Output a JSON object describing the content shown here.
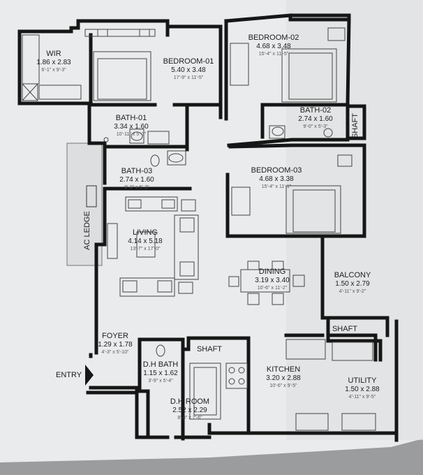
{
  "colors": {
    "paper": "#e9ebec",
    "wall": "#161616",
    "shadow": "#9a9c9e"
  },
  "rooms": [
    {
      "id": "wir",
      "name": "WIR",
      "dims": "1.86 x 2.83",
      "imperial": "6'-1\" x 9'-3\""
    },
    {
      "id": "bedroom01",
      "name": "BEDROOM-01",
      "dims": "5.40 x 3.48",
      "imperial": "17'-9\" x 11'-5\""
    },
    {
      "id": "bedroom02",
      "name": "BEDROOM-02",
      "dims": "4.68 x 3.48",
      "imperial": "15'-4\" x 11'-5\""
    },
    {
      "id": "bath01",
      "name": "BATH-01",
      "dims": "3.34 x 1.60",
      "imperial": "10'-11\" x 5'-3\""
    },
    {
      "id": "bath02",
      "name": "BATH-02",
      "dims": "2.74 x 1.60",
      "imperial": "9'-0\" x 5'-3\""
    },
    {
      "id": "bath03",
      "name": "BATH-03",
      "dims": "2.74 x 1.60",
      "imperial": "9'-0\" x 5'-3\""
    },
    {
      "id": "bedroom03",
      "name": "BEDROOM-03",
      "dims": "4.68 x 3.38",
      "imperial": "15'-4\" x 11'-1\""
    },
    {
      "id": "living",
      "name": "LIVING",
      "dims": "4.14 x 5.18",
      "imperial": "13'-7\" x 17'-0\""
    },
    {
      "id": "dining",
      "name": "DINING",
      "dims": "3.19 x 3.40",
      "imperial": "10'-6\" x 11'-2\""
    },
    {
      "id": "balcony",
      "name": "BALCONY",
      "dims": "1.50 x 2.79",
      "imperial": "4'-11\" x 9'-2\""
    },
    {
      "id": "foyer",
      "name": "FOYER",
      "dims": "1.29 x 1.78",
      "imperial": "4'-3\" x 5'-10\""
    },
    {
      "id": "dhbath",
      "name": "D.H BATH",
      "dims": "1.15 x 1.62",
      "imperial": "3'-9\" x 5'-4\""
    },
    {
      "id": "dhroom",
      "name": "D.H ROOM",
      "dims": "2.52 x 2.29",
      "imperial": "8'-3\" x 7'-6\""
    },
    {
      "id": "kitchen",
      "name": "KITCHEN",
      "dims": "3.20 x 2.88",
      "imperial": "10'-6\" x 9'-5\""
    },
    {
      "id": "utility",
      "name": "UTILITY",
      "dims": "1.50 x 2.88",
      "imperial": "4'-11\" x 9'-5\""
    }
  ],
  "labels": {
    "shaft_right": "SHAFT",
    "shaft_balcony": "SHAFT",
    "shaft_dh": "SHAFT",
    "ac_ledge": "AC LEDGE",
    "entry": "ENTRY"
  }
}
